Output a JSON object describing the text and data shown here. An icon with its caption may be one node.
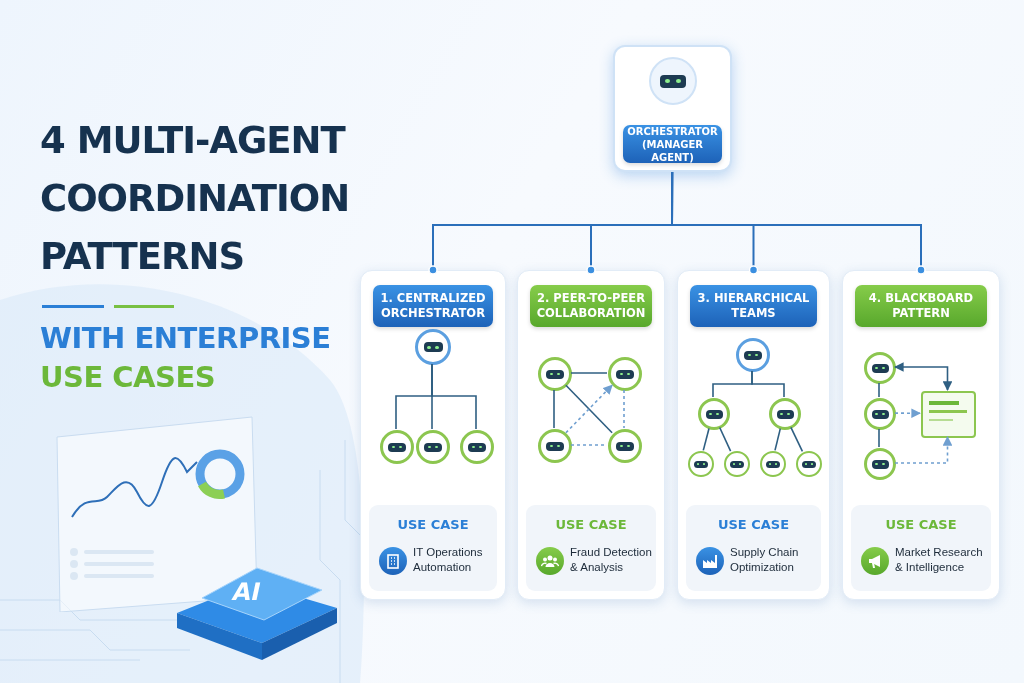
{
  "diagram": {
    "title": "4 MULTI-AGENT COORDINATION PATTERNS",
    "nodes": [
      {
        "text": [
          "ORCHESTRATOR (MANAGER AGENT)"
        ]
      },
      {
        "text": [
          "1. CENTRALIZED ORCHESTRATOR",
          "USE CASE",
          "IT Operations Automation"
        ]
      },
      {
        "text": [
          "2. PEER-TO-PEER COLLABORATION",
          "USE CASE",
          "Fraud Detection & Analysis"
        ]
      },
      {
        "text": [
          "3. HIERARCHICAL TEAMS",
          "USE CASE",
          "Supply Chain Optimization"
        ]
      },
      {
        "text": [
          "4. BLACKBOARD PATTERN",
          "USE CASE",
          "Market Research & Intelligence"
        ]
      },
      {
        "text": [],
        "shape": "circle",
        "in": 1
      },
      {
        "text": [],
        "shape": "circle",
        "in": 1
      },
      {
        "text": [],
        "shape": "circle",
        "in": 1
      },
      {
        "text": [],
        "shape": "circle",
        "in": 1
      },
      {
        "text": [],
        "shape": "circle",
        "in": 2
      },
      {
        "text": [],
        "shape": "circle",
        "in": 2
      },
      {
        "text": [],
        "shape": "circle",
        "in": 2
      },
      {
        "text": [],
        "shape": "circle",
        "in": 2
      },
      {
        "text": [],
        "shape": "circle",
        "in": 3
      },
      {
        "text": [],
        "shape": "circle",
        "in": 3
      },
      {
        "text": [],
        "shape": "circle",
        "in": 3
      },
      {
        "text": [],
        "shape": "circle",
        "in": 3
      },
      {
        "text": [],
        "shape": "circle",
        "in": 3
      },
      {
        "text": [],
        "shape": "circle",
        "in": 3
      },
      {
        "text": [],
        "shape": "circle",
        "in": 3
      },
      {
        "text": [],
        "shape": "circle",
        "in": 4
      },
      {
        "text": [],
        "shape": "circle",
        "in": 4
      },
      {
        "text": [],
        "shape": "circle",
        "in": 4
      },
      {
        "text": [],
        "shape": "box",
        "in": 4
      }
    ],
    "edges": [
      {
        "from": 0,
        "to": 1,
        "arrow": "other"
      },
      {
        "from": 0,
        "to": 2,
        "arrow": "other"
      },
      {
        "from": 0,
        "to": 3,
        "arrow": "other"
      },
      {
        "from": 0,
        "to": 4,
        "arrow": "other"
      },
      {
        "from": 5,
        "to": 6,
        "arrow": "none"
      },
      {
        "from": 5,
        "to": 7,
        "arrow": "none"
      },
      {
        "from": 5,
        "to": 8,
        "arrow": "none"
      },
      {
        "from": 9,
        "to": 10,
        "arrow": "none"
      },
      {
        "from": 9,
        "to": 11,
        "arrow": "none"
      },
      {
        "from": 9,
        "to": 12,
        "arrow": "none"
      },
      {
        "from": 11,
        "to": 10,
        "arrow": "to",
        "style": "dashed"
      },
      {
        "from": 10,
        "to": 12,
        "arrow": "none",
        "style": "dashed"
      },
      {
        "from": 11,
        "to": 12,
        "arrow": "none",
        "style": "dashed"
      },
      {
        "from": 13,
        "to": 14,
        "arrow": "none"
      },
      {
        "from": 13,
        "to": 15,
        "arrow": "none"
      },
      {
        "from": 14,
        "to": 16,
        "arrow": "none"
      },
      {
        "from": 14,
        "to": 17,
        "arrow": "none"
      },
      {
        "from": 15,
        "to": 18,
        "arrow": "none"
      },
      {
        "from": 15,
        "to": 19,
        "arrow": "none"
      },
      {
        "from": 20,
        "to": 21,
        "arrow": "none"
      },
      {
        "from": 21,
        "to": 22,
        "arrow": "none"
      },
      {
        "from": 20,
        "to": 23,
        "arrow": "both"
      },
      {
        "from": 21,
        "to": 23,
        "arrow": "to",
        "style": "dashed"
      },
      {
        "from": 22,
        "to": 23,
        "arrow": "to",
        "style": "dashed"
      }
    ],
    "labels": [
      "WITH ENTERPRISE",
      "USE CASES",
      "AI"
    ]
  }
}
